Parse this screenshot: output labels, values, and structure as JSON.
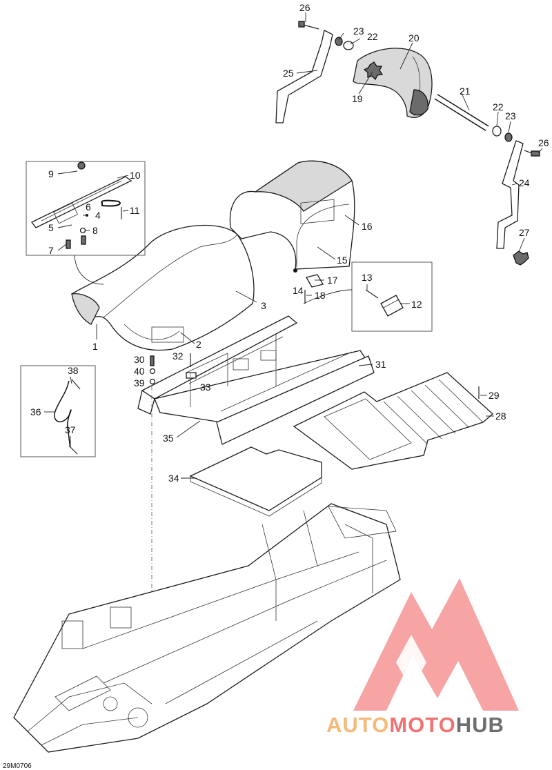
{
  "diagram": {
    "code": "29M0706",
    "callouts": [
      "1",
      "2",
      "3",
      "4",
      "5",
      "6",
      "7",
      "8",
      "9",
      "10",
      "11",
      "12",
      "13",
      "14",
      "15",
      "16",
      "17",
      "18",
      "19",
      "20",
      "21",
      "22",
      "22",
      "23",
      "23",
      "24",
      "25",
      "26",
      "26",
      "27",
      "28",
      "29",
      "30",
      "31",
      "32",
      "33",
      "34",
      "35",
      "36",
      "37",
      "38",
      "39",
      "40"
    ]
  },
  "watermark": {
    "word_part_1": "AUTO",
    "word_part_2": "MOTO",
    "word_part_3": "HUB",
    "colors": {
      "orange": "#f6b26b",
      "red": "#f05a5a",
      "grey": "#555555"
    }
  }
}
